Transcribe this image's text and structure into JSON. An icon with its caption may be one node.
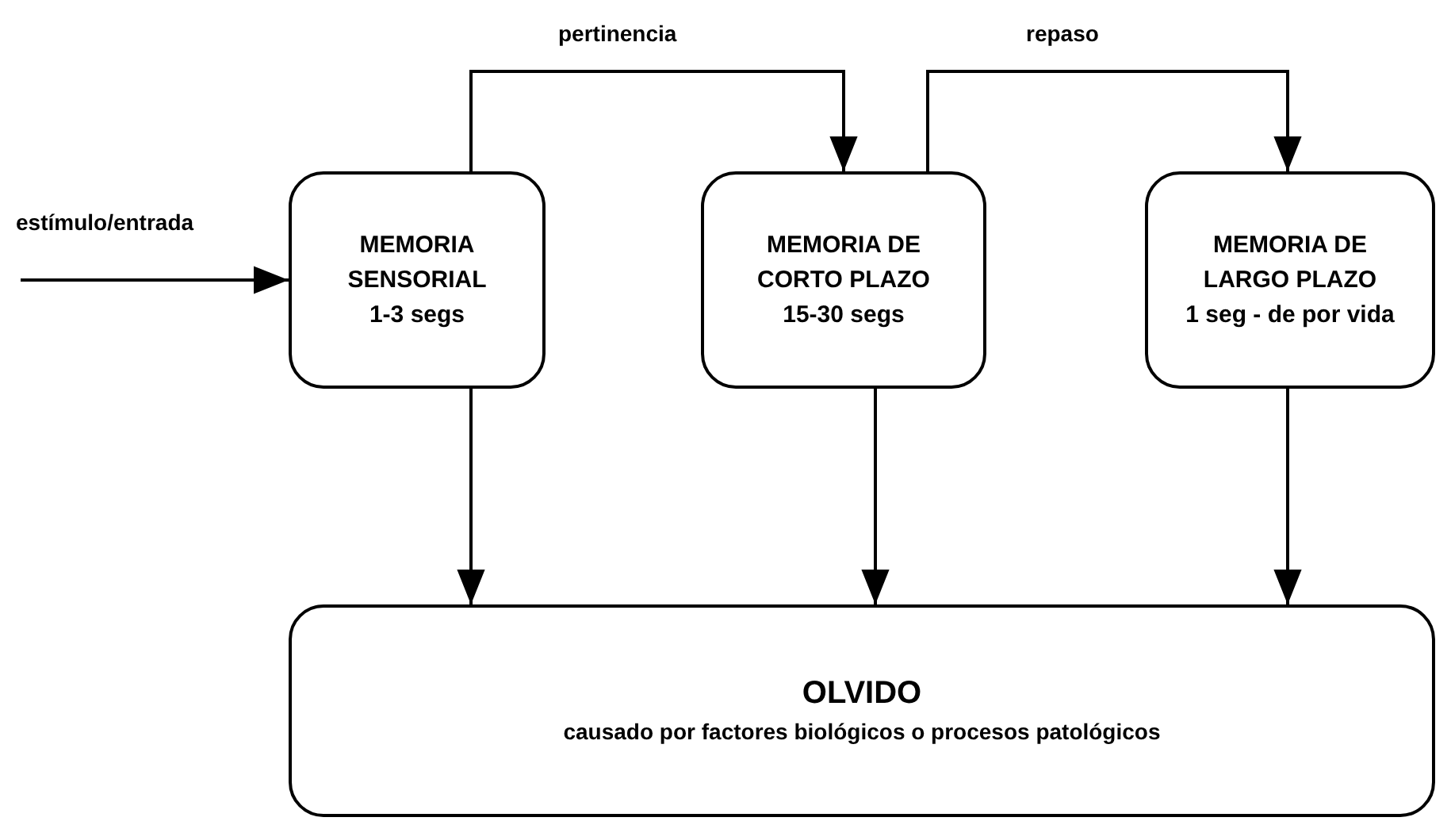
{
  "diagram": {
    "nodes": [
      {
        "text": [
          "MEMORIA SENSORIAL",
          "1-3 segs"
        ]
      },
      {
        "text": [
          "MEMORIA DE CORTO PLAZO",
          "15-30 segs"
        ]
      },
      {
        "text": [
          "MEMORIA DE LARGO PLAZO",
          "1 seg - de por vida"
        ]
      },
      {
        "text": [
          "OLVIDO",
          "causado por factores biológicos o procesos patológicos"
        ]
      }
    ],
    "edges": [
      {
        "from": null,
        "to": 0,
        "arrow": "to",
        "label": "estímulo/entrada"
      },
      {
        "from": 0,
        "to": 1,
        "arrow": "to",
        "label": "pertinencia"
      },
      {
        "from": 1,
        "to": 2,
        "arrow": "to",
        "label": "repaso"
      },
      {
        "from": 0,
        "to": 3,
        "arrow": "to"
      },
      {
        "from": 1,
        "to": 3,
        "arrow": "to"
      },
      {
        "from": 2,
        "to": 3,
        "arrow": "to"
      }
    ]
  }
}
